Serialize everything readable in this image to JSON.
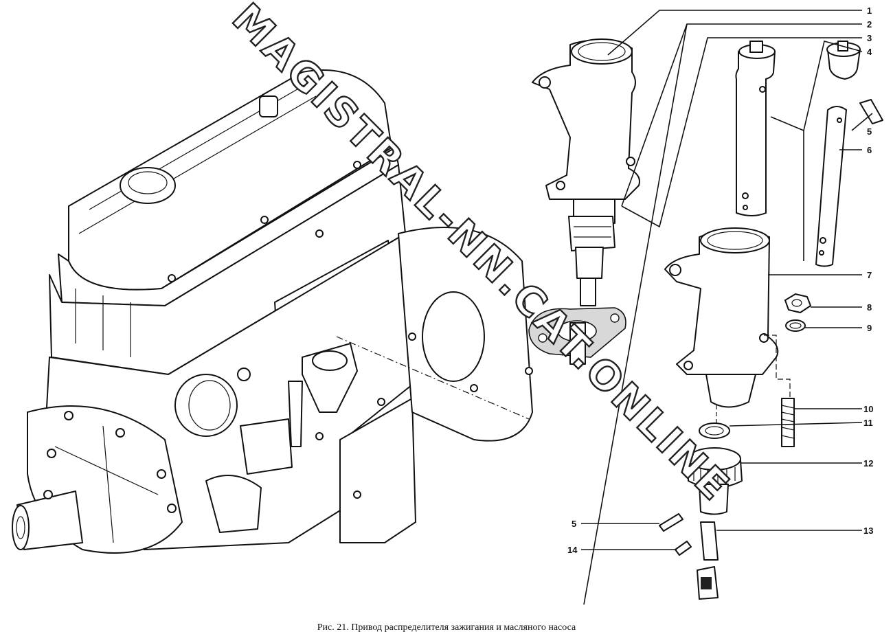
{
  "caption": "Рис. 21. Привод распределителя зажигания и масляного насоса",
  "watermark": "MAGISTRAL-NN.CAT.ONLINE",
  "callouts": [
    "1",
    "2",
    "3",
    "4",
    "5",
    "6",
    "7",
    "8",
    "9",
    "10",
    "11",
    "12",
    "13",
    "5",
    "14"
  ]
}
